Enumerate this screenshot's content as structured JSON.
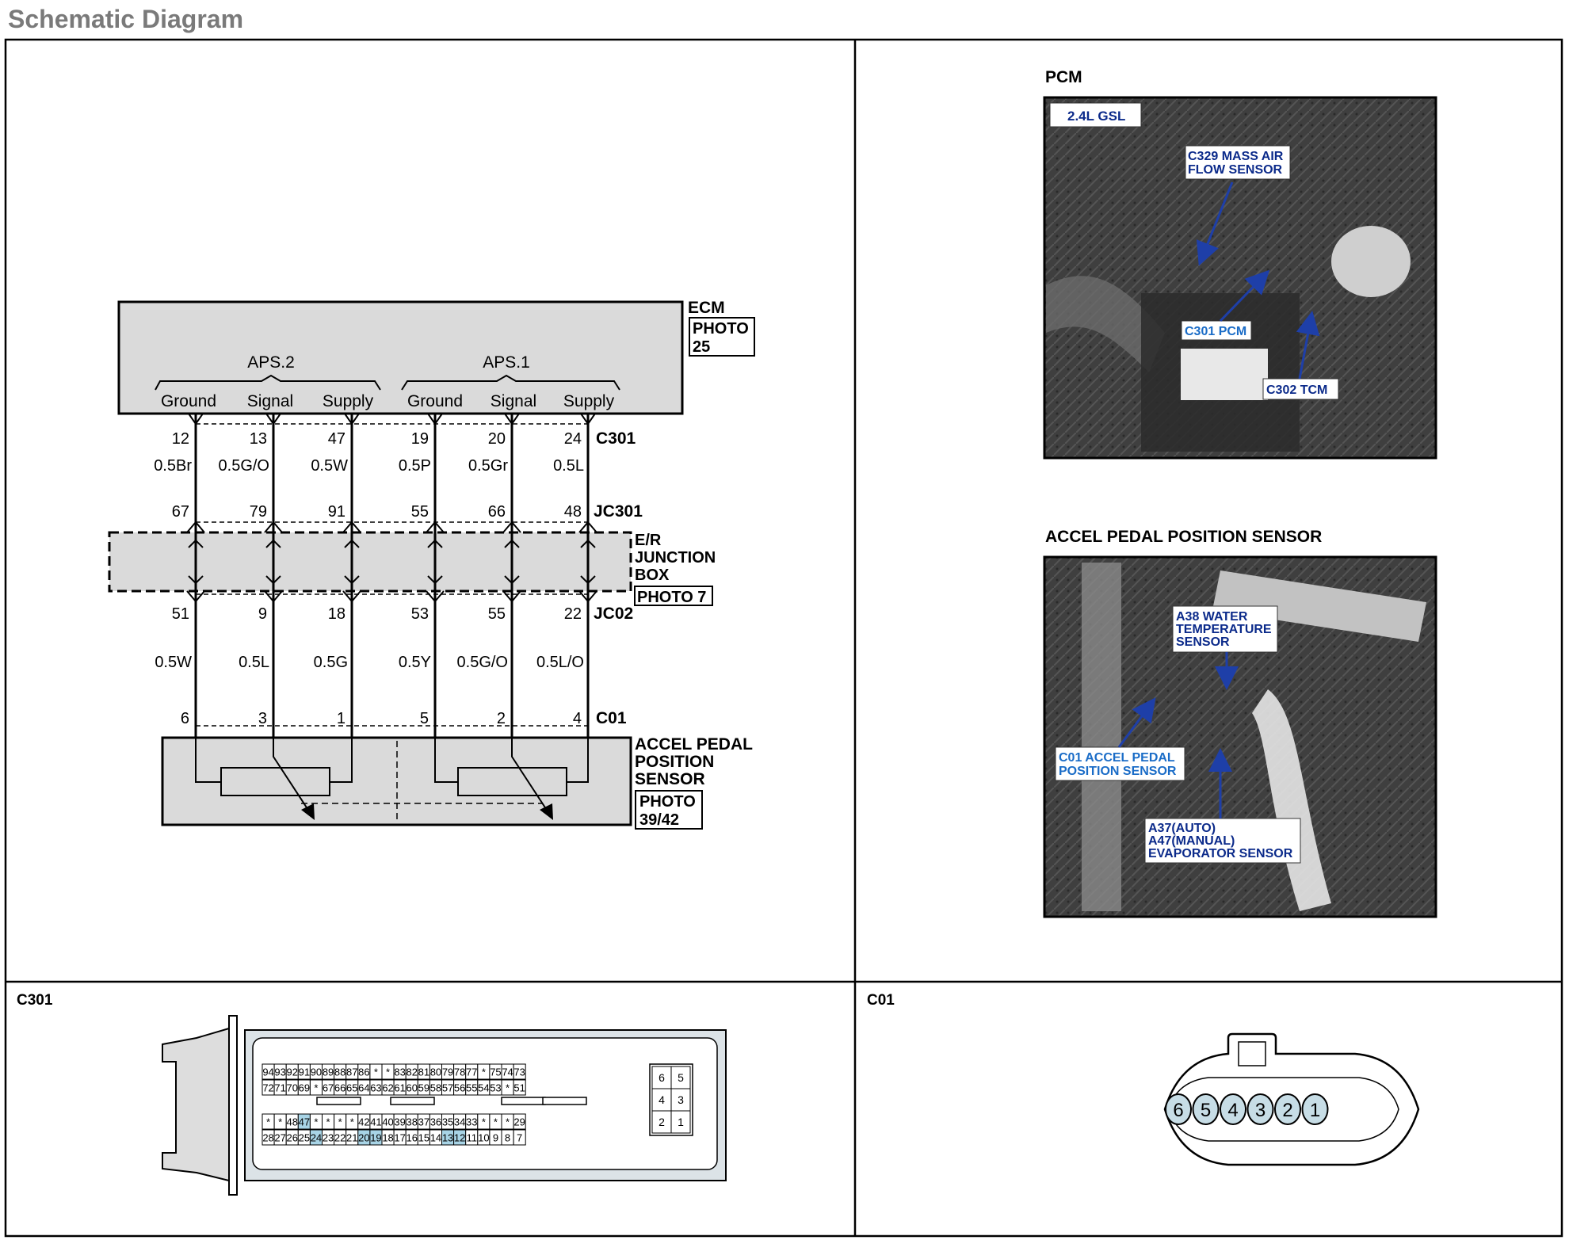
{
  "page_title": "Schematic Diagram",
  "ecm": {
    "label": "ECM",
    "photo_line1": "PHOTO",
    "photo_line2": "25",
    "aps2": "APS.2",
    "aps1": "APS.1",
    "pin_labels": [
      "Ground",
      "Signal",
      "Supply",
      "Ground",
      "Signal",
      "Supply"
    ]
  },
  "connectors": {
    "c301": "C301",
    "jc301": "JC301",
    "jc02": "JC02",
    "c01": "C01"
  },
  "wires": [
    {
      "c301_pin": "12",
      "upper_color": "0.5Br",
      "jc301_pin": "67",
      "jc02_pin": "51",
      "lower_color": "0.5W",
      "c01_pin": "6"
    },
    {
      "c301_pin": "13",
      "upper_color": "0.5G/O",
      "jc301_pin": "79",
      "jc02_pin": "9",
      "lower_color": "0.5L",
      "c01_pin": "3"
    },
    {
      "c301_pin": "47",
      "upper_color": "0.5W",
      "jc301_pin": "91",
      "jc02_pin": "18",
      "lower_color": "0.5G",
      "c01_pin": "1"
    },
    {
      "c301_pin": "19",
      "upper_color": "0.5P",
      "jc301_pin": "55",
      "jc02_pin": "53",
      "lower_color": "0.5Y",
      "c01_pin": "5"
    },
    {
      "c301_pin": "20",
      "upper_color": "0.5Gr",
      "jc301_pin": "66",
      "jc02_pin": "55",
      "lower_color": "0.5G/O",
      "c01_pin": "2"
    },
    {
      "c301_pin": "24",
      "upper_color": "0.5L",
      "jc301_pin": "48",
      "jc02_pin": "22",
      "lower_color": "0.5L/O",
      "c01_pin": "4"
    }
  ],
  "junction_box": {
    "line1": "E/R",
    "line2": "JUNCTION",
    "line3": "BOX",
    "photo": "PHOTO  7"
  },
  "sensor": {
    "line1": "ACCEL  PEDAL",
    "line2": "POSITION",
    "line3": "SENSOR",
    "photo_line1": "PHOTO",
    "photo_line2": "39/42"
  },
  "pcm_photo": {
    "title": "PCM",
    "engine_tag": "2.4L GSL",
    "callout_maf_1": "C329 MASS AIR",
    "callout_maf_2": "FLOW SENSOR",
    "callout_pcm": "C301 PCM",
    "callout_tcm": "C302 TCM"
  },
  "aps_photo": {
    "title": "ACCEL PEDAL POSITION SENSOR",
    "callout_water_1": "A38 WATER",
    "callout_water_2": "TEMPERATURE",
    "callout_water_3": "SENSOR",
    "callout_c01_1": "C01 ACCEL PEDAL",
    "callout_c01_2": "POSITION SENSOR",
    "callout_evap_1": "A37(AUTO)",
    "callout_evap_2": "A47(MANUAL)",
    "callout_evap_3": "EVAPORATOR SENSOR"
  },
  "c301_connector": {
    "label": "C301",
    "row1": [
      "94",
      "93",
      "92",
      "91",
      "90",
      "89",
      "88",
      "87",
      "86",
      "*",
      "*",
      "83",
      "82",
      "81",
      "80",
      "79",
      "78",
      "77",
      "*",
      "75",
      "74",
      "73"
    ],
    "row2": [
      "72",
      "71",
      "70",
      "69",
      "*",
      "67",
      "66",
      "65",
      "64",
      "63",
      "62",
      "61",
      "60",
      "59",
      "58",
      "57",
      "56",
      "55",
      "54",
      "53",
      "*",
      "51"
    ],
    "row3": [
      "*",
      "*",
      "48",
      "47",
      "*",
      "*",
      "*",
      "*",
      "42",
      "41",
      "40",
      "39",
      "38",
      "37",
      "36",
      "35",
      "34",
      "33",
      "*",
      "*",
      "*",
      "29"
    ],
    "row4": [
      "28",
      "27",
      "26",
      "25",
      "24",
      "23",
      "22",
      "21",
      "20",
      "19",
      "18",
      "17",
      "16",
      "15",
      "14",
      "13",
      "12",
      "11",
      "10",
      "9",
      "8",
      "7"
    ],
    "side": [
      "6",
      "5",
      "4",
      "3",
      "2",
      "1"
    ],
    "highlighted": [
      "47",
      "24",
      "20",
      "19",
      "13",
      "12"
    ],
    "highlight_color": "#a8d4e6"
  },
  "c01_connector": {
    "label": "C01",
    "pins": [
      "6",
      "5",
      "4",
      "3",
      "2",
      "1"
    ],
    "fill_color": "#c7dde6"
  },
  "colors": {
    "component_fill": "#dadada",
    "callout_text": "#0b2a8a",
    "callout_text_light": "#1a6cc7"
  }
}
